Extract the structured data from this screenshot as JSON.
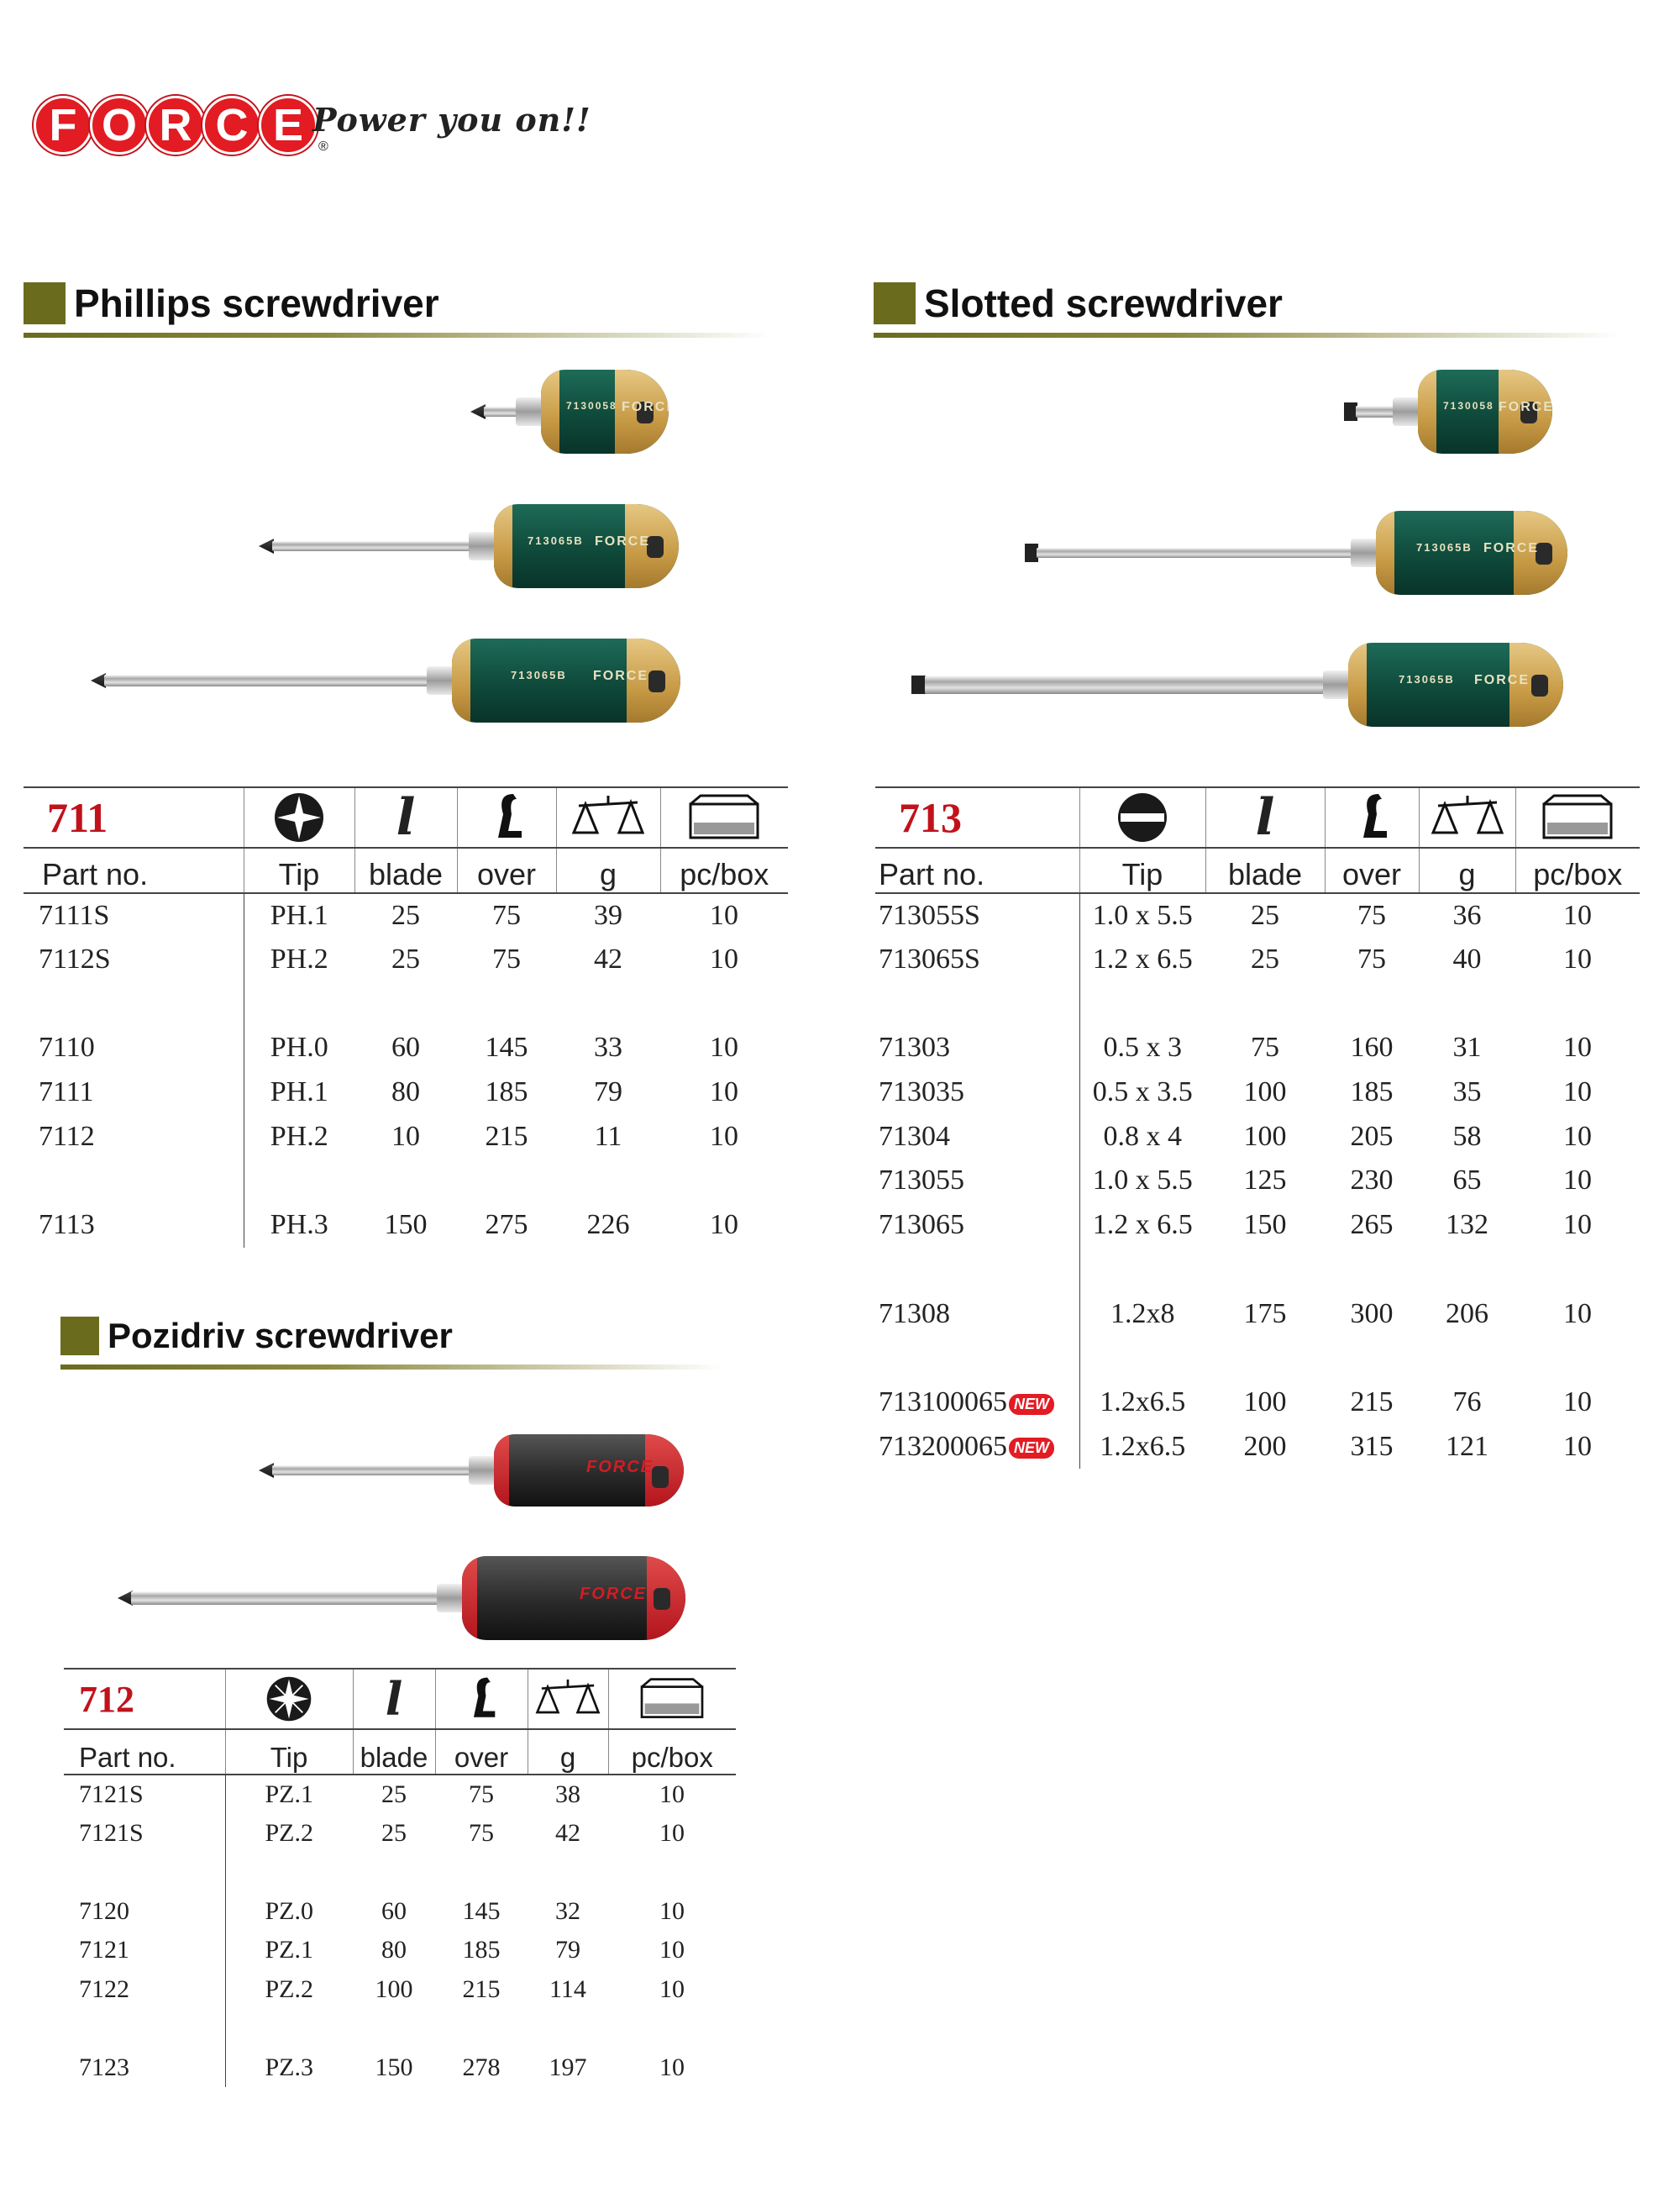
{
  "brand": {
    "logo_letters": [
      "F",
      "O",
      "R",
      "C",
      "E"
    ],
    "registered": "®",
    "slogan": "Power you on!!"
  },
  "icon_names": {
    "tip_phillips": "phillips-cross-icon",
    "tip_slotted": "slotted-icon",
    "tip_pozidriv": "pozidriv-icon",
    "blade": "blade-length-icon",
    "over": "overall-length-icon",
    "g": "weight-scale-icon",
    "box": "box-icon"
  },
  "colors": {
    "accent": "#6b6b1e",
    "series": "#c1121b",
    "handle_green": "#0f4a3b",
    "handle_gold": "#c79a45",
    "handle_red": "#b3151d"
  },
  "headers": {
    "part_no": "Part no.",
    "tip": "Tip",
    "blade": "blade",
    "over": "over",
    "g": "g",
    "pcbox": "pc/box"
  },
  "phillips": {
    "title": "Phillips screwdriver",
    "series": "711",
    "rows": [
      [
        "7111S",
        "PH.1",
        "25",
        "75",
        "39",
        "10"
      ],
      [
        "7112S",
        "PH.2",
        "25",
        "75",
        "42",
        "10"
      ],
      null,
      [
        "7110",
        "PH.0",
        "60",
        "145",
        "33",
        "10"
      ],
      [
        "7111",
        "PH.1",
        "80",
        "185",
        "79",
        "10"
      ],
      [
        "7112",
        "PH.2",
        "10",
        "215",
        "11",
        "10"
      ],
      null,
      [
        "7113",
        "PH.3",
        "150",
        "275",
        "226",
        "10"
      ]
    ],
    "tool_labels": [
      "7130058",
      "713065B",
      "713065B"
    ],
    "tool_brand": "FORCE"
  },
  "slotted": {
    "title": "Slotted screwdriver",
    "series": "713",
    "new_label": "NEW",
    "rows": [
      [
        "713055S",
        "1.0 x 5.5",
        "25",
        "75",
        "36",
        "10"
      ],
      [
        "713065S",
        "1.2 x 6.5",
        "25",
        "75",
        "40",
        "10"
      ],
      null,
      [
        "71303",
        "0.5 x 3",
        "75",
        "160",
        "31",
        "10"
      ],
      [
        "713035",
        "0.5 x 3.5",
        "100",
        "185",
        "35",
        "10"
      ],
      [
        "71304",
        "0.8 x 4",
        "100",
        "205",
        "58",
        "10"
      ],
      [
        "713055",
        "1.0 x 5.5",
        "125",
        "230",
        "65",
        "10"
      ],
      [
        "713065",
        "1.2 x 6.5",
        "150",
        "265",
        "132",
        "10"
      ],
      null,
      [
        "71308",
        "1.2x8",
        "175",
        "300",
        "206",
        "10"
      ],
      null,
      [
        "713100065",
        "1.2x6.5",
        "100",
        "215",
        "76",
        "10"
      ],
      [
        "713200065",
        "1.2x6.5",
        "200",
        "315",
        "121",
        "10"
      ]
    ],
    "new_rows": [
      11,
      12
    ],
    "tool_labels": [
      "7130058",
      "713065B",
      "713065B"
    ],
    "tool_brand": "FORCE"
  },
  "pozidriv": {
    "title": "Pozidriv screwdriver",
    "series": "712",
    "rows": [
      [
        "7121S",
        "PZ.1",
        "25",
        "75",
        "38",
        "10"
      ],
      [
        "7121S",
        "PZ.2",
        "25",
        "75",
        "42",
        "10"
      ],
      null,
      [
        "7120",
        "PZ.0",
        "60",
        "145",
        "32",
        "10"
      ],
      [
        "7121",
        "PZ.1",
        "80",
        "185",
        "79",
        "10"
      ],
      [
        "7122",
        "PZ.2",
        "100",
        "215",
        "114",
        "10"
      ],
      null,
      [
        "7123",
        "PZ.3",
        "150",
        "278",
        "197",
        "10"
      ]
    ],
    "tool_brand": "FORCE"
  }
}
